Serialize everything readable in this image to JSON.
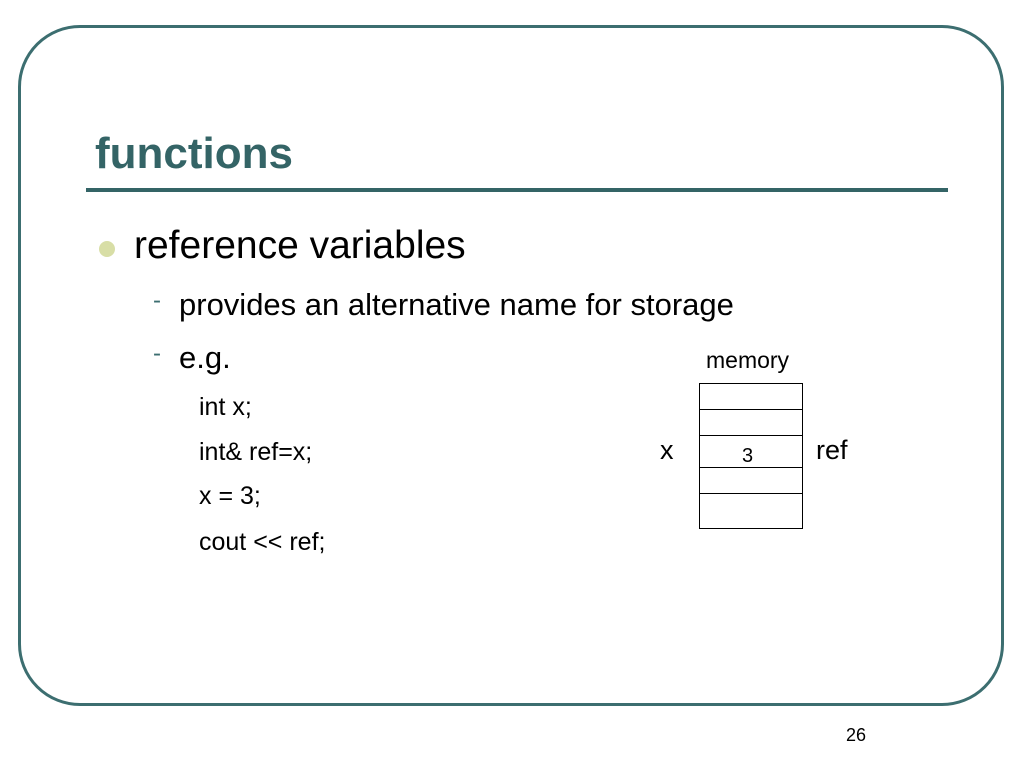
{
  "slide": {
    "title": "functions",
    "bullet": "reference variables",
    "subbullets": [
      "provides an alternative name for storage",
      "e.g."
    ],
    "sub_marker": "-",
    "code_lines": [
      "int  x;",
      "int&  ref=x;",
      "x = 3;",
      "cout  << ref;"
    ],
    "diagram": {
      "memory_label": "memory",
      "cell_value": "3",
      "left_label": "x",
      "right_label": "ref"
    },
    "page_number": "26"
  },
  "colors": {
    "title": "#346466",
    "frame": "#3c6e70",
    "bullet": "#d8dea6"
  }
}
